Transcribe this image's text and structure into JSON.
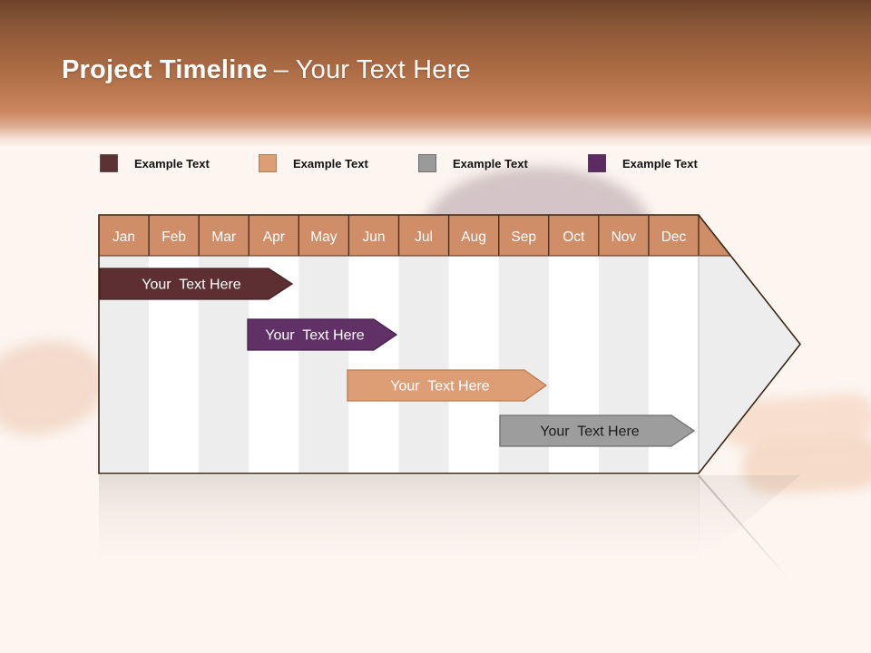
{
  "slide": {
    "title_bold": "Project Timeline",
    "title_suffix": "– Your Text Here"
  },
  "legend": {
    "items": [
      {
        "label": "Example Text",
        "color": "#5e3134"
      },
      {
        "label": "Example Text",
        "color": "#dd9e74"
      },
      {
        "label": "Example Text",
        "color": "#9a9a9a"
      },
      {
        "label": "Example Text",
        "color": "#5c2b62"
      }
    ]
  },
  "chart_data": {
    "type": "gantt",
    "title": "Project Timeline – Your Text Here",
    "months": [
      "Jan",
      "Feb",
      "Mar",
      "Apr",
      "May",
      "Jun",
      "Jul",
      "Aug",
      "Sep",
      "Oct",
      "Nov",
      "Dec"
    ],
    "bars": [
      {
        "label": "Your  Text Here",
        "row": 1,
        "start_month": "Jan",
        "end_month": "Mar",
        "color": "#5d2f33",
        "border": "#432124",
        "text_color": "light"
      },
      {
        "label": "Your  Text Here",
        "row": 2,
        "start_month": "Apr",
        "end_month": "Jun",
        "color": "#603066",
        "border": "#46214c",
        "text_color": "light"
      },
      {
        "label": "Your  Text Here",
        "row": 3,
        "start_month": "Jun",
        "end_month": "Sep",
        "color": "#dd9d75",
        "border": "#b87d52",
        "text_color": "light"
      },
      {
        "label": "Your  Text Here",
        "row": 4,
        "start_month": "Sep",
        "end_month": "Dec",
        "color": "#9d9d9d",
        "border": "#6f6f6f",
        "text_color": "dark"
      }
    ],
    "layout": {
      "shape": "right-arrow",
      "header_fill": "#cf8d68",
      "header_border": "#4d2e1f",
      "column_alt_fill": "#ededee",
      "column_base_fill": "#ffffff",
      "outline_color": "#3a2615"
    }
  }
}
